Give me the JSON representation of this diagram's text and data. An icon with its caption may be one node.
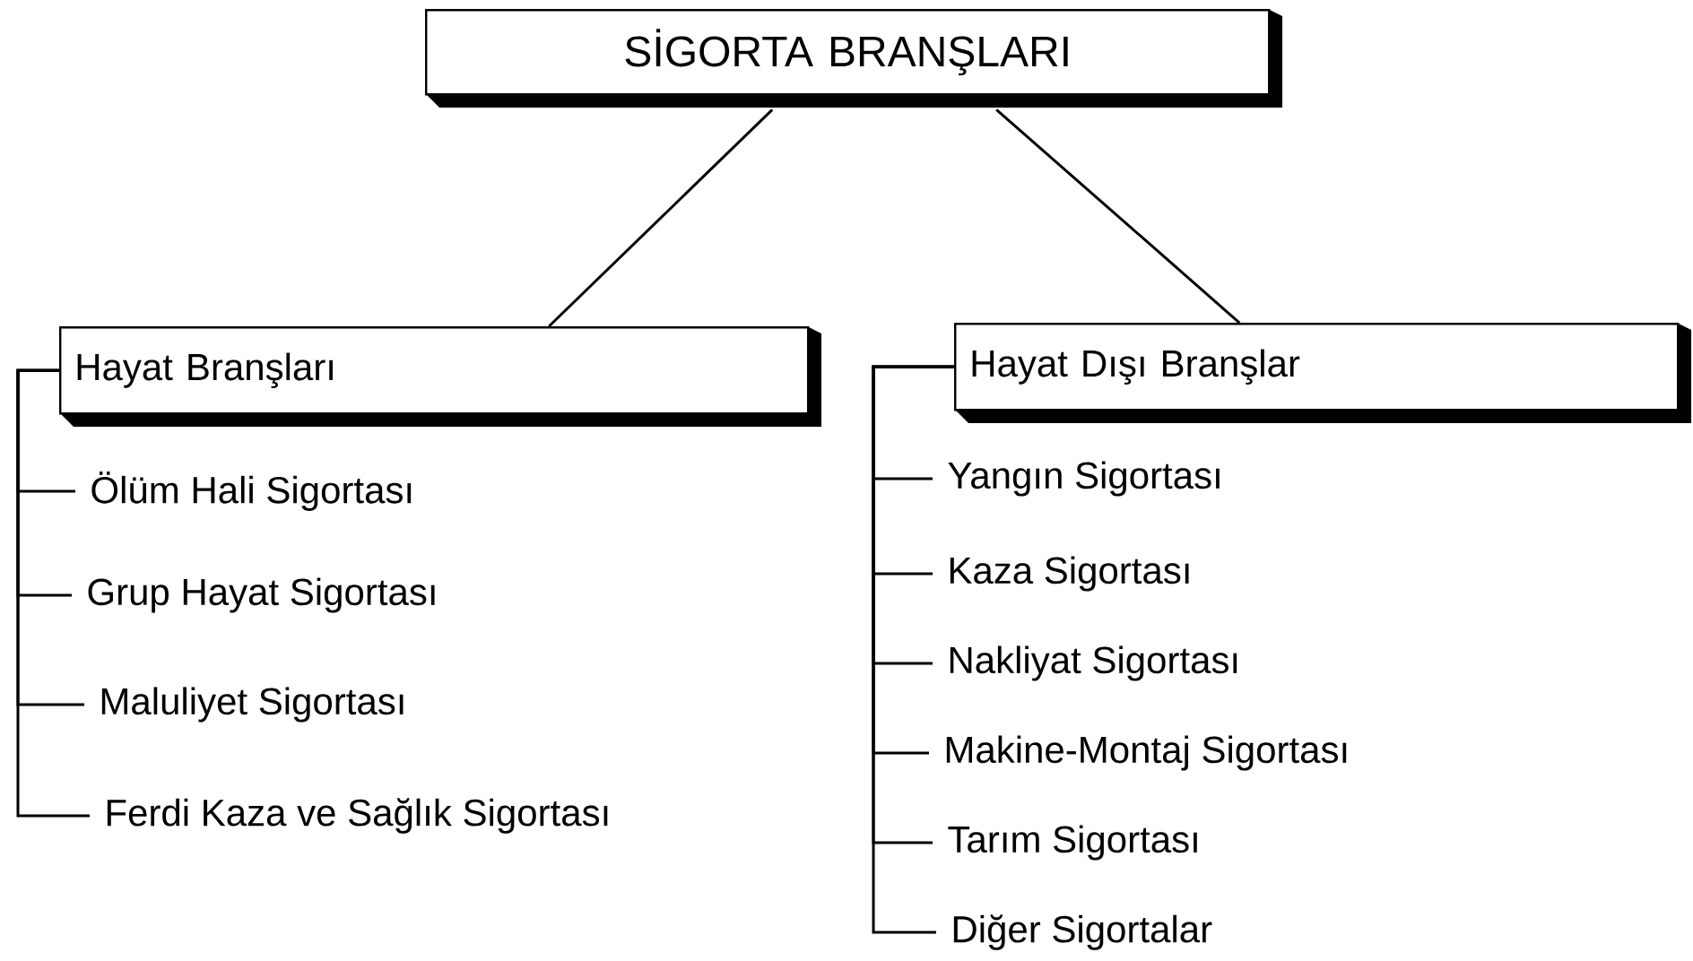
{
  "diagram": {
    "nodes": [
      {
        "text": [
          "SİGORTA BRANŞLARI"
        ]
      },
      {
        "text": [
          "Hayat Branşları"
        ]
      },
      {
        "text": [
          "Hayat Dışı Branşlar"
        ]
      },
      {
        "text": [
          "Ölüm Hali Sigortası"
        ]
      },
      {
        "text": [
          "Grup Hayat Sigortası"
        ]
      },
      {
        "text": [
          "Maluliyet Sigortası"
        ]
      },
      {
        "text": [
          "Ferdi Kaza ve Sağlık Sigortası"
        ]
      },
      {
        "text": [
          "Yangın Sigortası"
        ]
      },
      {
        "text": [
          "Kaza Sigortası"
        ]
      },
      {
        "text": [
          "Nakliyat Sigortası"
        ]
      },
      {
        "text": [
          "Makine-Montaj Sigortası"
        ]
      },
      {
        "text": [
          "Tarım Sigortası"
        ]
      },
      {
        "text": [
          "Diğer Sigortalar"
        ]
      }
    ],
    "edges": [
      {
        "from": 0,
        "to": 1,
        "arrow": "none"
      },
      {
        "from": 0,
        "to": 2,
        "arrow": "none"
      },
      {
        "from": 1,
        "to": 3,
        "arrow": "none"
      },
      {
        "from": 1,
        "to": 4,
        "arrow": "none"
      },
      {
        "from": 1,
        "to": 5,
        "arrow": "none"
      },
      {
        "from": 1,
        "to": 6,
        "arrow": "none"
      },
      {
        "from": 2,
        "to": 7,
        "arrow": "none"
      },
      {
        "from": 2,
        "to": 8,
        "arrow": "none"
      },
      {
        "from": 2,
        "to": 9,
        "arrow": "none"
      },
      {
        "from": 2,
        "to": 10,
        "arrow": "none"
      },
      {
        "from": 2,
        "to": 11,
        "arrow": "none"
      },
      {
        "from": 2,
        "to": 12,
        "arrow": "none"
      }
    ]
  }
}
